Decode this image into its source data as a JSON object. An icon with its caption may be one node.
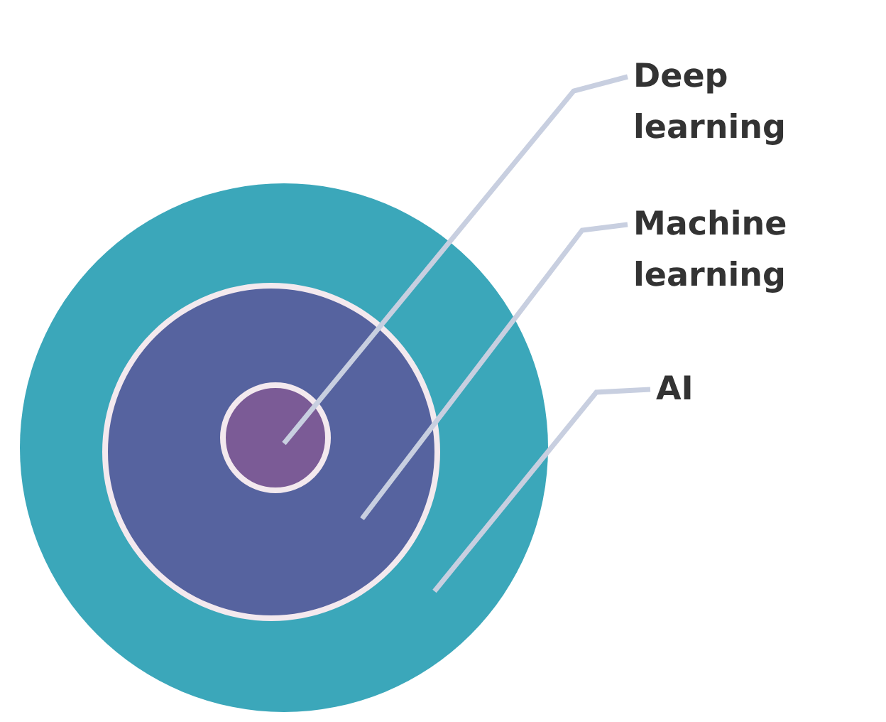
{
  "diagram": {
    "nodes": [
      {
        "text": [
          "Deep learning"
        ]
      },
      {
        "text": [
          "Machine learning"
        ]
      },
      {
        "text": [
          "AI"
        ]
      },
      {
        "text": [],
        "shape": "circle"
      },
      {
        "text": [],
        "shape": "circle",
        "in": 3
      },
      {
        "text": [],
        "shape": "circle",
        "in": 4
      }
    ],
    "edges": [
      {
        "from": 0,
        "to": 5,
        "arrow": "none"
      },
      {
        "from": 1,
        "to": 4,
        "arrow": "none"
      },
      {
        "from": 2,
        "to": 3,
        "arrow": "none"
      }
    ]
  }
}
